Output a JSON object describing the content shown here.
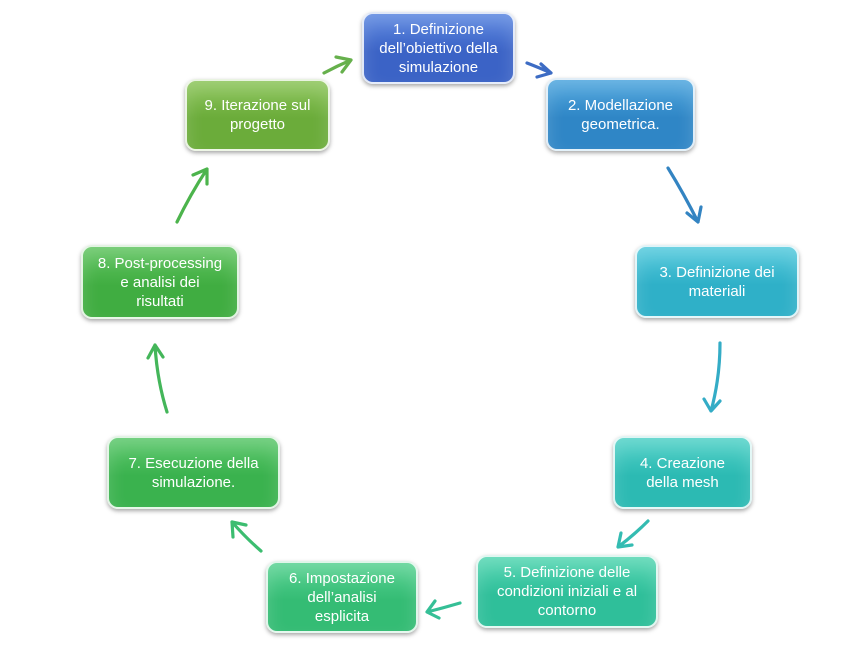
{
  "steps": [
    {
      "label": "1. Definizione\ndell’obiettivo della\nsimulazione",
      "color": "#3b63c6",
      "color_light": "#5a86e0"
    },
    {
      "label": "2. Modellazione\ngeometrica.",
      "color": "#2f86c6",
      "color_light": "#4ea6de"
    },
    {
      "label": "3. Definizione dei\nmateriali",
      "color": "#2fb0c8",
      "color_light": "#55cadd"
    },
    {
      "label": "4. Creazione\ndella mesh",
      "color": "#2cbab3",
      "color_light": "#52d2c8"
    },
    {
      "label": "5. Definizione delle\ncondizioni iniziali e al\ncontorno",
      "color": "#2fbf9a",
      "color_light": "#55d6b2"
    },
    {
      "label": "6. Impostazione\ndell’analisi\nesplicita",
      "color": "#34bc74",
      "color_light": "#58d292"
    },
    {
      "label": "7. Esecuzione della\nsimulazione.",
      "color": "#3ab24e",
      "color_light": "#5cc86c"
    },
    {
      "label": "8. Post-processing\ne analisi dei\nrisultati",
      "color": "#40ad41",
      "color_light": "#62c562"
    },
    {
      "label": "9. Iterazione sul\nprogetto",
      "color": "#6bac3a",
      "color_light": "#8cc55a"
    }
  ],
  "arrow_colors": [
    "#3d6cc4",
    "#3384c2",
    "#34acc6",
    "#34bcb2",
    "#35bf96",
    "#3cbd70",
    "#44b65a",
    "#4cb44c",
    "#66b04c"
  ]
}
